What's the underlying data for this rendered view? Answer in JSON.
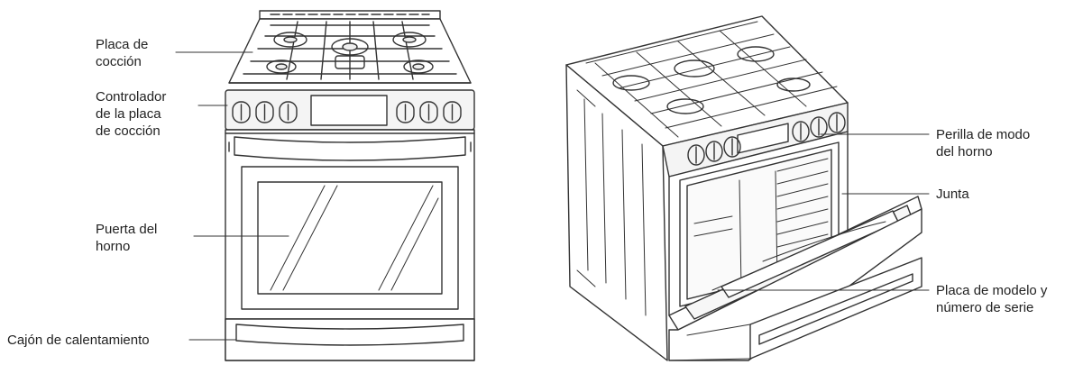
{
  "labels": {
    "left": {
      "placa_coccion": "Placa de\ncocción",
      "controlador": "Controlador\nde la placa\nde cocción",
      "puerta": "Puerta del\nhorno",
      "cajon": "Cajón de calentamiento"
    },
    "right": {
      "perilla": "Perilla de modo\ndel horno",
      "junta": "Junta",
      "placa_modelo": "Placa de modelo y\nnúmero de serie"
    }
  },
  "colors": {
    "line": "#333333",
    "fill": "#ffffff",
    "panel": "#f4f4f4",
    "text": "#222222"
  }
}
